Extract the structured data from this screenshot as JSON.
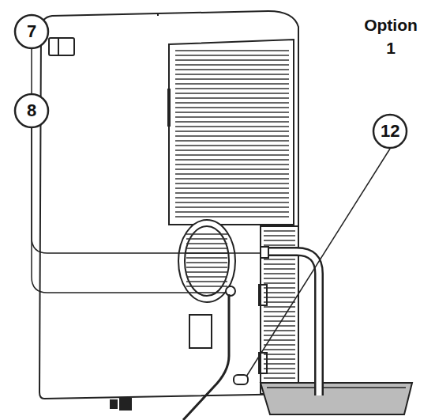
{
  "diagram": {
    "labels": [
      "Option 1",
      "7",
      "8",
      "12"
    ]
  }
}
